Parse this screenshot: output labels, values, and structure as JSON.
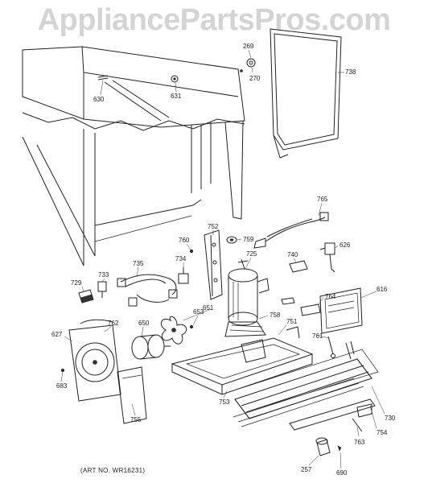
{
  "watermark": "AppliancePartsPros.com",
  "art_no": "(ART NO. WR16231)",
  "part_labels": [
    "269",
    "270",
    "738",
    "630",
    "631",
    "765",
    "752",
    "760",
    "759",
    "626",
    "725",
    "735",
    "734",
    "740",
    "729",
    "733",
    "616",
    "764",
    "651",
    "653",
    "758",
    "627",
    "762",
    "650",
    "751",
    "761",
    "683",
    "755",
    "753",
    "730",
    "754",
    "763",
    "257",
    "690"
  ]
}
